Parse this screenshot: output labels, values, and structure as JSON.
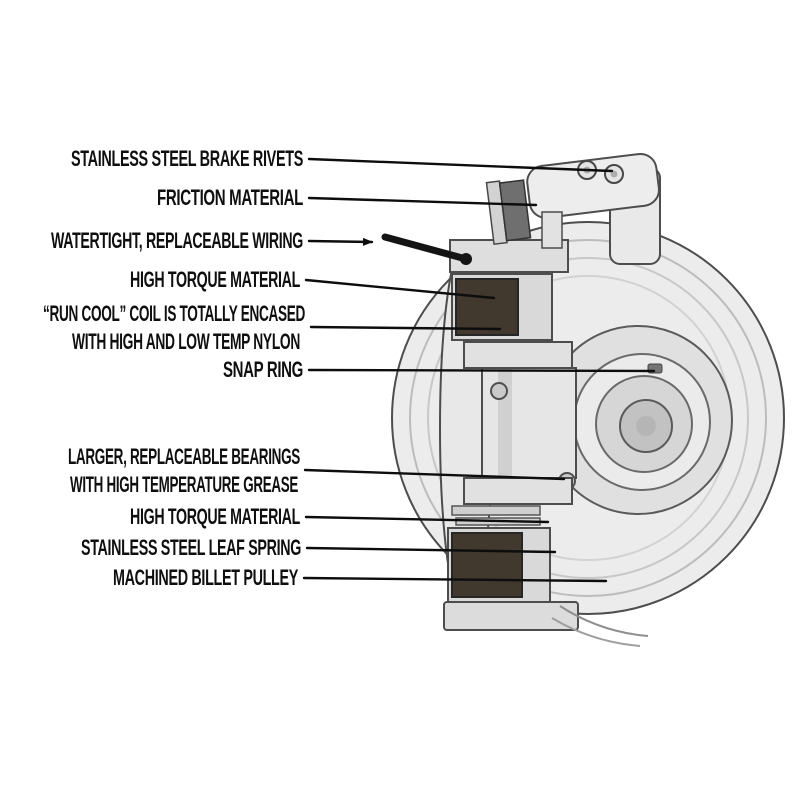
{
  "figure": {
    "type": "technical-cutaway-diagram",
    "subject": "Electric PTO clutch / machined billet pulley assembly cross-section",
    "background_color": "#ffffff",
    "text_color": "#0f0f0f",
    "leader_line_color": "#0d0d0d",
    "body_metal_color": "#ececec",
    "coil_color": "#41382e",
    "friction_pad_color": "#6f6f6f",
    "wire_color": "#141414"
  },
  "callouts": [
    {
      "part": "brake-rivets",
      "text": "STAINLESS STEEL BRAKE RIVETS"
    },
    {
      "part": "friction-pad",
      "text": "FRICTION MATERIAL"
    },
    {
      "part": "wiring",
      "text": "WATERTIGHT, REPLACEABLE WIRING"
    },
    {
      "part": "upper-rotor",
      "text": "HIGH TORQUE MATERIAL"
    },
    {
      "part": "coil",
      "text": "“RUN COOL” COIL IS TOTALLY ENCASED"
    },
    {
      "part": "coil",
      "text": "WITH HIGH AND LOW TEMP NYLON"
    },
    {
      "part": "snap-ring",
      "text": "SNAP RING"
    },
    {
      "part": "bearings",
      "text": "LARGER, REPLACEABLE BEARINGS"
    },
    {
      "part": "bearings",
      "text": "WITH HIGH TEMPERATURE GREASE"
    },
    {
      "part": "lower-rotor",
      "text": "HIGH TORQUE MATERIAL"
    },
    {
      "part": "leaf-spring",
      "text": "STAINLESS STEEL LEAF SPRING"
    },
    {
      "part": "pulley",
      "text": "MACHINED BILLET PULLEY"
    }
  ]
}
